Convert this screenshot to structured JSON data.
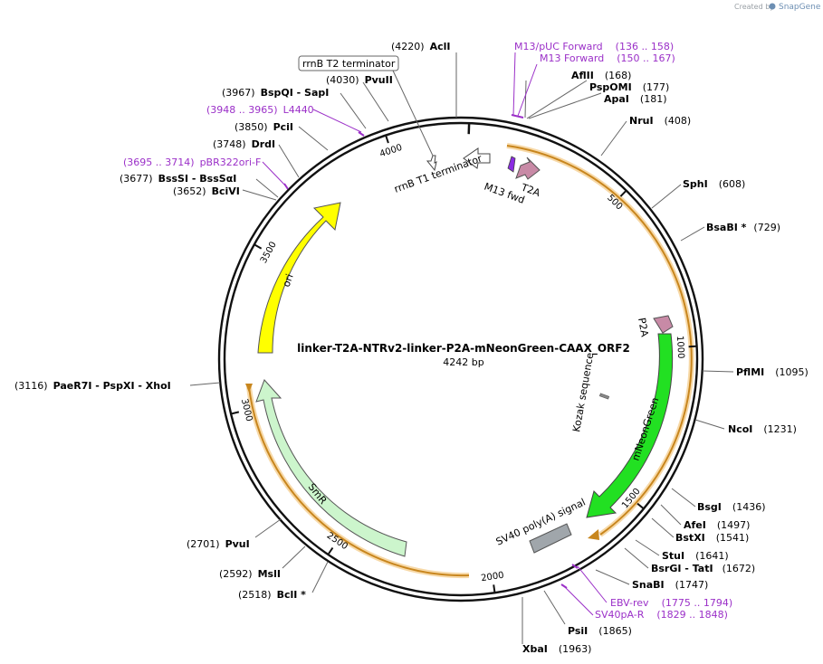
{
  "watermark": {
    "prefix": "Created by",
    "brand": "SnapGene"
  },
  "map": {
    "title": "linker-T2A-NTRv2-linker-P2A-mNeonGreen-CAAX_ORF2",
    "length_label": "4242 bp",
    "total_bp": 4242
  },
  "ticks": [
    {
      "bp": 500,
      "label": "500"
    },
    {
      "bp": 1000,
      "label": "1000"
    },
    {
      "bp": 1500,
      "label": "1500"
    },
    {
      "bp": 2000,
      "label": "2000"
    },
    {
      "bp": 2500,
      "label": "2500"
    },
    {
      "bp": 3000,
      "label": "3000"
    },
    {
      "bp": 3500,
      "label": "3500"
    },
    {
      "bp": 4000,
      "label": "4000"
    }
  ],
  "sites": [
    {
      "enzyme": "AclI",
      "pos": "(4220)"
    },
    {
      "enzyme": "AflII",
      "pos": "(168)"
    },
    {
      "enzyme": "PspOMI",
      "pos": "(177)"
    },
    {
      "enzyme": "ApaI",
      "pos": "(181)"
    },
    {
      "enzyme": "NruI",
      "pos": "(408)"
    },
    {
      "enzyme": "SphI",
      "pos": "(608)"
    },
    {
      "enzyme": "BsaBI *",
      "pos": "(729)"
    },
    {
      "enzyme": "PflMI",
      "pos": "(1095)"
    },
    {
      "enzyme": "NcoI",
      "pos": "(1231)"
    },
    {
      "enzyme": "BsgI",
      "pos": "(1436)"
    },
    {
      "enzyme": "AfeI",
      "pos": "(1497)"
    },
    {
      "enzyme": "BstXI",
      "pos": "(1541)"
    },
    {
      "enzyme": "StuI",
      "pos": "(1641)"
    },
    {
      "enzyme": "BsrGI - TatI",
      "pos": "(1672)"
    },
    {
      "enzyme": "SnaBI",
      "pos": "(1747)"
    },
    {
      "enzyme": "PsiI",
      "pos": "(1865)"
    },
    {
      "enzyme": "XbaI",
      "pos": "(1963)"
    },
    {
      "enzyme": "BclI *",
      "pos": "(2518)"
    },
    {
      "enzyme": "MslI",
      "pos": "(2592)"
    },
    {
      "enzyme": "PvuI",
      "pos": "(2701)"
    },
    {
      "enzyme": "PaeR7I - PspXI - XhoI",
      "pos": "(3116)"
    },
    {
      "enzyme": "BciVI",
      "pos": "(3652)"
    },
    {
      "enzyme": "BssSI - BssSαI",
      "pos": "(3677)"
    },
    {
      "enzyme": "DrdI",
      "pos": "(3748)"
    },
    {
      "enzyme": "PciI",
      "pos": "(3850)"
    },
    {
      "enzyme": "BspQI - SapI",
      "pos": "(3967)"
    },
    {
      "enzyme": "PvuII",
      "pos": "(4030)"
    }
  ],
  "primers": [
    {
      "name": "M13/pUC Forward",
      "range": "(136 .. 158)"
    },
    {
      "name": "M13 Forward",
      "range": "(150 .. 167)"
    },
    {
      "name": "EBV-rev",
      "range": "(1775 .. 1794)"
    },
    {
      "name": "SV40pA-R",
      "range": "(1829 .. 1848)"
    },
    {
      "name": "L4440",
      "range": "(3948 .. 3965)"
    },
    {
      "name": "pBR322ori-F",
      "range": "(3695 .. 3714)"
    }
  ],
  "features": [
    {
      "name": "rrnB T2 terminator",
      "color": "#ffffff"
    },
    {
      "name": "rrnB T1 terminator",
      "color": "#ffffff"
    },
    {
      "name": "T2A",
      "color": "#c88aa6"
    },
    {
      "name": "M13 fwd",
      "color": "#8a2be2"
    },
    {
      "name": "P2A",
      "color": "#c88aa6"
    },
    {
      "name": "Kozak sequence",
      "color": "#888888"
    },
    {
      "name": "mNeonGreen",
      "color": "#22e022"
    },
    {
      "name": "SV40 poly(A) signal",
      "color": "#a0a6ab"
    },
    {
      "name": "SmR",
      "color": "#ccf5cc"
    },
    {
      "name": "ori",
      "color": "#ffff00"
    }
  ],
  "colors": {
    "orf": "#f0b050",
    "primer": "#9b30c8",
    "backbone": "#111111"
  }
}
